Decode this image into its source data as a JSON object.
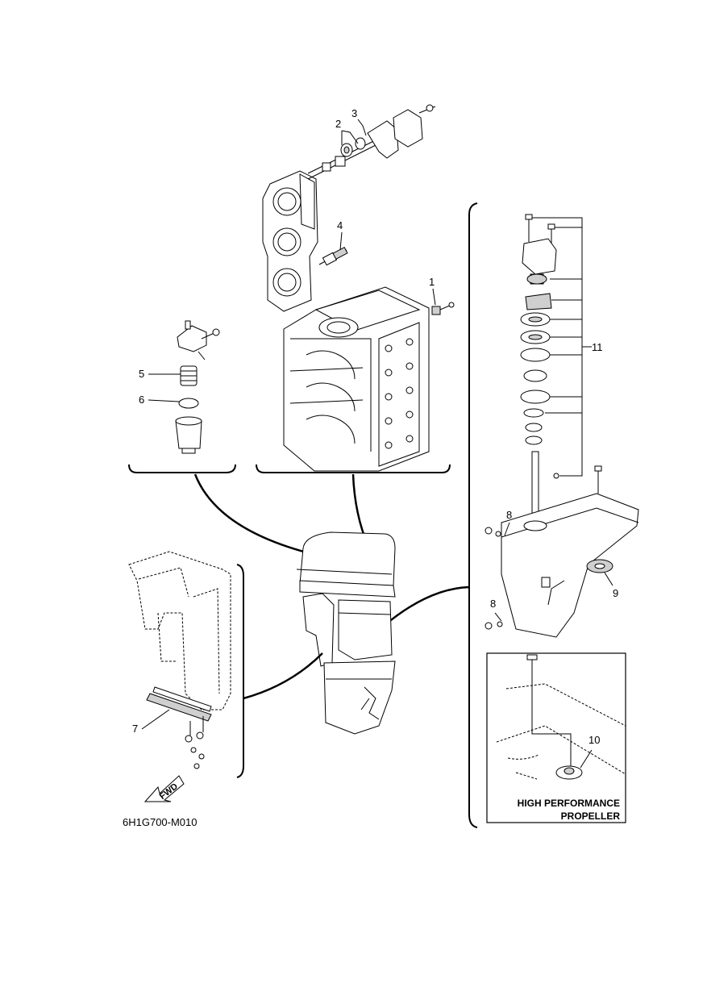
{
  "diagram": {
    "callouts": {
      "c1": "1",
      "c2": "2",
      "c3": "3",
      "c4": "4",
      "c5": "5",
      "c6": "6",
      "c7": "7",
      "c8a": "8",
      "c8b": "8",
      "c9": "9",
      "c10": "10",
      "c11": "11"
    },
    "inset": {
      "line1": "HIGH PERFORMANCE",
      "line2": "PROPELLER"
    },
    "fwd_label": "FWD",
    "figure_code": "6H1G700-M010"
  }
}
